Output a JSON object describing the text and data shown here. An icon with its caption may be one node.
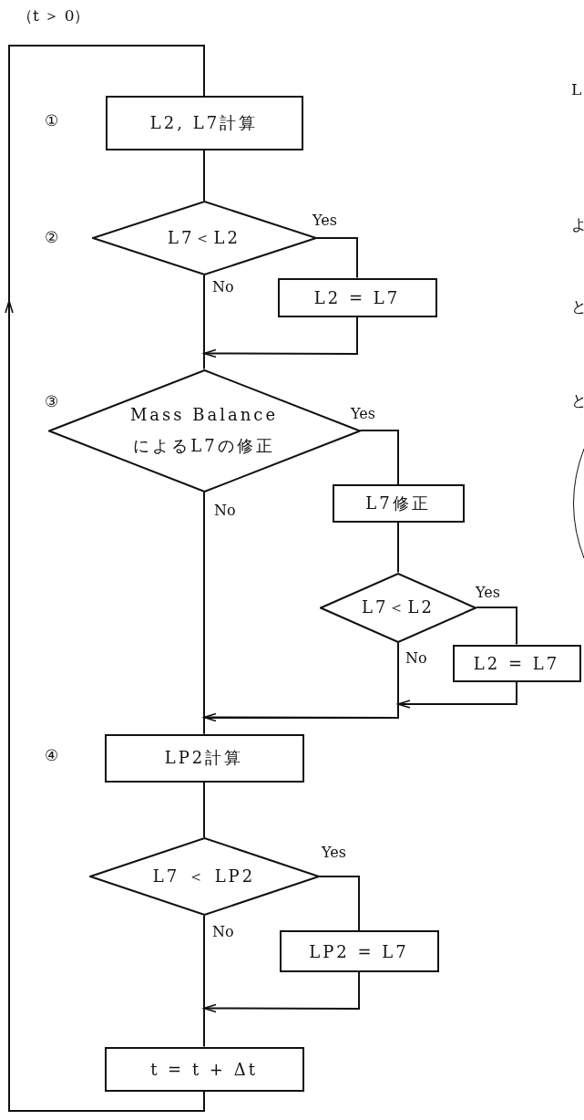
{
  "diagram": {
    "nodes": [
      {
        "text": [
          "L2, L7計算"
        ]
      },
      {
        "text": [
          "L7＜L2"
        ]
      },
      {
        "text": [
          "L2 = L7"
        ]
      },
      {
        "text": [
          "Mass Balance によるL7の修正"
        ]
      },
      {
        "text": [
          "L7修正"
        ]
      },
      {
        "text": [
          "L7＜L2"
        ]
      },
      {
        "text": [
          "L2 = L7"
        ]
      },
      {
        "text": [
          "LP2計算"
        ]
      },
      {
        "text": [
          "L7 ＜ LP2"
        ]
      },
      {
        "text": [
          "LP2 = L7"
        ]
      },
      {
        "text": [
          "t = t + Δt"
        ]
      }
    ],
    "edges": [
      {
        "from": 0,
        "to": 1,
        "arrow": "none"
      },
      {
        "from": 1,
        "to": 2,
        "arrow": "none",
        "label": "Yes"
      },
      {
        "from": 1,
        "to": 3,
        "arrow": "none",
        "label": "No"
      },
      {
        "from": 2,
        "to": 3,
        "arrow": "to"
      },
      {
        "from": 3,
        "to": 4,
        "arrow": "none",
        "label": "Yes"
      },
      {
        "from": 3,
        "to": 7,
        "arrow": "none",
        "label": "No"
      },
      {
        "from": 4,
        "to": 5,
        "arrow": "none"
      },
      {
        "from": 5,
        "to": 6,
        "arrow": "none",
        "label": "Yes"
      },
      {
        "from": 5,
        "to": 7,
        "arrow": "to",
        "label": "No"
      },
      {
        "from": 6,
        "to": 7,
        "arrow": "to"
      },
      {
        "from": 7,
        "to": 8,
        "arrow": "none"
      },
      {
        "from": 8,
        "to": 9,
        "arrow": "none",
        "label": "Yes"
      },
      {
        "from": 8,
        "to": 10,
        "arrow": "none",
        "label": "No"
      },
      {
        "from": 9,
        "to": 10,
        "arrow": "to"
      },
      {
        "from": 10,
        "to": 0,
        "arrow": "to"
      }
    ],
    "labels": [
      "（t ＞ 0）",
      "L",
      "①",
      "よ",
      "②",
      "と",
      "③",
      "と",
      "④"
    ]
  }
}
